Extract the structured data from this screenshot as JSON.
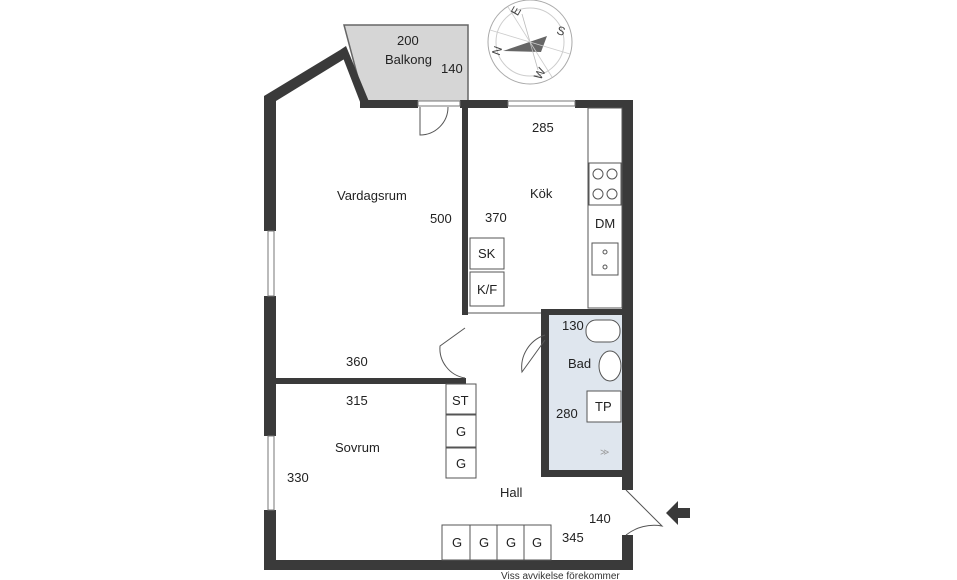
{
  "rooms": {
    "balkong": {
      "name": "Balkong",
      "width": "200",
      "depth": "140"
    },
    "vardagsrum": {
      "name": "Vardagsrum",
      "width": "360",
      "depth": "500"
    },
    "kok": {
      "name": "Kök",
      "width": "285",
      "depth": "370"
    },
    "bad": {
      "name": "Bad",
      "width": "130",
      "depth": "280"
    },
    "sovrum": {
      "name": "Sovrum",
      "width": "315",
      "depth": "330"
    },
    "hall": {
      "name": "Hall",
      "width": "345",
      "depth": "140"
    }
  },
  "fixtures": {
    "dm": "DM",
    "sk": "SK",
    "kf": "K/F",
    "tp": "TP",
    "st": "ST",
    "g": "G"
  },
  "compass": {
    "n": "N",
    "e": "E",
    "s": "S",
    "w": "W"
  },
  "footer": {
    "disclaimer": "Viss avvikelse förekommer"
  },
  "colors": {
    "wall": "#3a3a3a",
    "balcony_fill": "#d6d6d6",
    "bathroom_fill": "#dfe6ee"
  }
}
